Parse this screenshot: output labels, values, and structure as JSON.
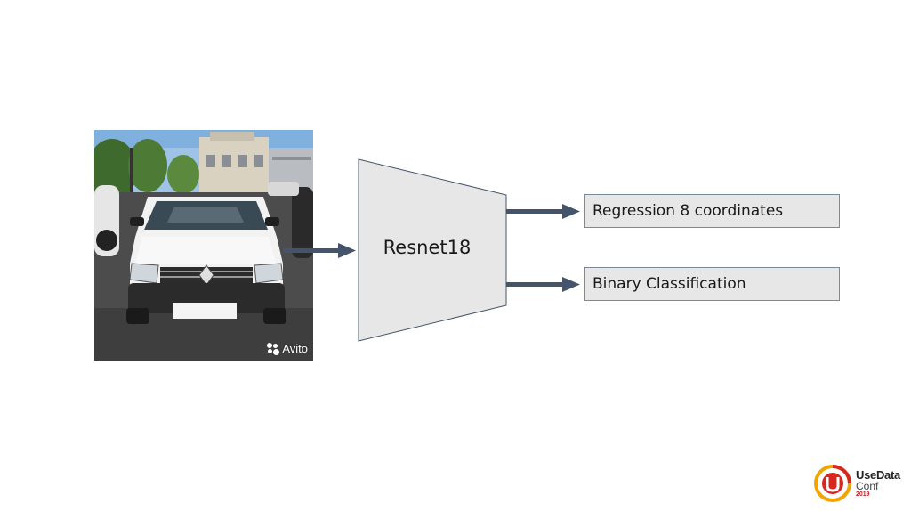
{
  "input_image": {
    "watermark": "Avito"
  },
  "model": {
    "label": "Resnet18"
  },
  "outputs": [
    {
      "label": "Regression 8 coordinates"
    },
    {
      "label": "Binary Classification"
    }
  ],
  "logo": {
    "line1": "UseData",
    "line2": "Conf",
    "line3": "2019"
  },
  "colors": {
    "arrow": "#44546a",
    "trapezoid_fill": "#e7e7e7",
    "box_fill": "#e7e7e7",
    "box_border": "#7a8a9c"
  }
}
